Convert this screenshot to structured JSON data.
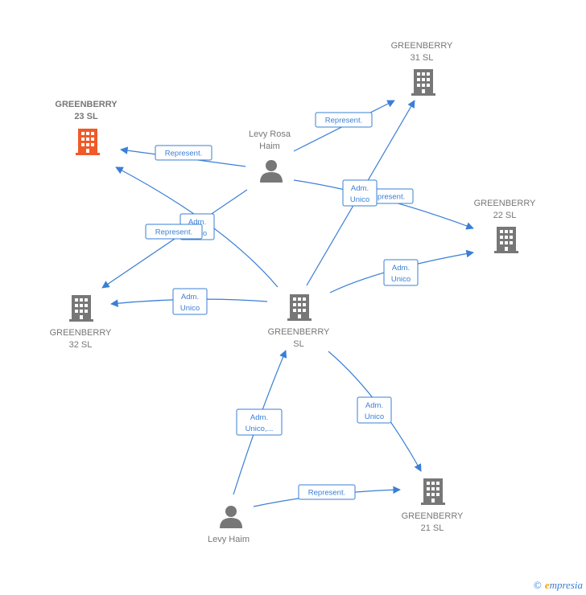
{
  "colors": {
    "edge": "#3a7fd5",
    "node_default": "#777777",
    "node_highlight": "#f05a28",
    "brand_e": "#f2a400"
  },
  "nodes": [
    {
      "id": "gb23",
      "type": "company",
      "lines": [
        "GREENBERRY",
        "23  SL"
      ],
      "highlight": true
    },
    {
      "id": "gb31",
      "type": "company",
      "lines": [
        "GREENBERRY",
        "31  SL"
      ]
    },
    {
      "id": "gb22",
      "type": "company",
      "lines": [
        "GREENBERRY",
        "22  SL"
      ]
    },
    {
      "id": "gb32",
      "type": "company",
      "lines": [
        "GREENBERRY",
        "32  SL"
      ]
    },
    {
      "id": "gbsl",
      "type": "company",
      "lines": [
        "GREENBERRY",
        "SL"
      ]
    },
    {
      "id": "gb21",
      "type": "company",
      "lines": [
        "GREENBERRY",
        "21  SL"
      ]
    },
    {
      "id": "levyrosa",
      "type": "person",
      "lines": [
        "Levy Rosa",
        "Haim"
      ]
    },
    {
      "id": "levyhaim",
      "type": "person",
      "lines": [
        "Levy Haim"
      ]
    }
  ],
  "edge_labels": {
    "rosa_gb23": [
      "Represent."
    ],
    "rosa_gb31": [
      "Represent."
    ],
    "rosa_gb22": [
      "Represent."
    ],
    "rosa_gb32": [
      "Represent."
    ],
    "gbsl_gb23": [
      "Adm.",
      "Unico"
    ],
    "gbsl_gb31": [
      "Adm.",
      "Unico"
    ],
    "gbsl_gb22": [
      "Adm.",
      "Unico"
    ],
    "gbsl_gb32": [
      "Adm.",
      "Unico"
    ],
    "gbsl_gb21": [
      "Adm.",
      "Unico"
    ],
    "haim_gbsl": [
      "Adm.",
      "Unico,..."
    ],
    "haim_gb21": [
      "Represent."
    ]
  },
  "footer": {
    "copyright": "©",
    "brand_initial": "e",
    "brand_rest": "mpresia"
  }
}
